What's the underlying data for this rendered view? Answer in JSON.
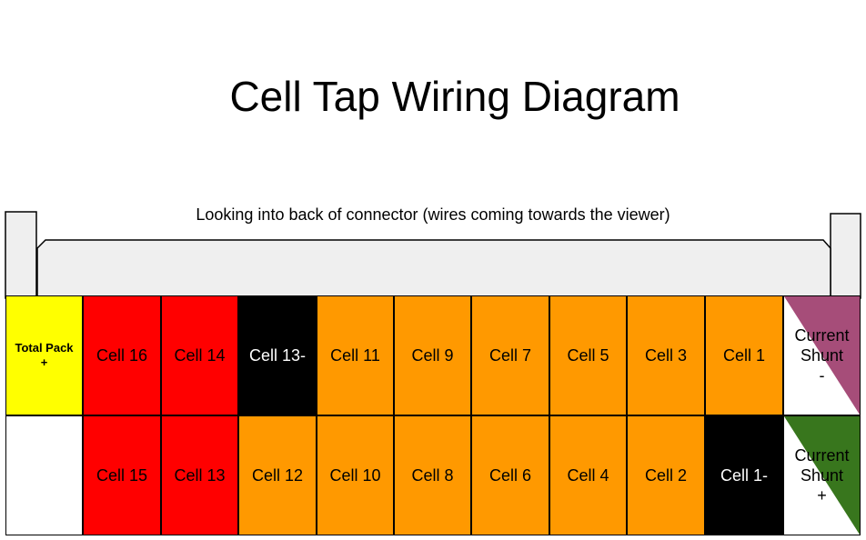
{
  "title": "Cell Tap Wiring Diagram",
  "subtitle": "Looking into back of connector (wires coming towards the viewer)",
  "colors": {
    "red": "#ff0000",
    "orange": "#ff9900",
    "black": "#000000",
    "yellow": "#ffff00",
    "white": "#ffffff",
    "purple": "#a64d79",
    "green": "#38761d",
    "housing_fill": "#efefef"
  },
  "top_row": [
    {
      "label": "Total Pack\n+",
      "fill": "yellow",
      "text": "black",
      "small": true
    },
    {
      "label": "Cell 16",
      "fill": "red",
      "text": "black"
    },
    {
      "label": "Cell 14",
      "fill": "red",
      "text": "black"
    },
    {
      "label": "Cell 13-",
      "fill": "black",
      "text": "white"
    },
    {
      "label": "Cell 11",
      "fill": "orange",
      "text": "black"
    },
    {
      "label": "Cell 9",
      "fill": "orange",
      "text": "black"
    },
    {
      "label": "Cell 7",
      "fill": "orange",
      "text": "black"
    },
    {
      "label": "Cell 5",
      "fill": "orange",
      "text": "black"
    },
    {
      "label": "Cell 3",
      "fill": "orange",
      "text": "black"
    },
    {
      "label": "Cell 1",
      "fill": "orange",
      "text": "black"
    },
    {
      "label": "Current\nShunt\n-",
      "fill": "white",
      "text": "black",
      "diagonal": "purple",
      "diag_dir": "top-right"
    }
  ],
  "bottom_row": [
    {
      "label": "",
      "fill": "white",
      "text": "black"
    },
    {
      "label": "Cell 15",
      "fill": "red",
      "text": "black"
    },
    {
      "label": "Cell 13",
      "fill": "red",
      "text": "black"
    },
    {
      "label": "Cell 12",
      "fill": "orange",
      "text": "black"
    },
    {
      "label": "Cell 10",
      "fill": "orange",
      "text": "black"
    },
    {
      "label": "Cell 8",
      "fill": "orange",
      "text": "black"
    },
    {
      "label": "Cell 6",
      "fill": "orange",
      "text": "black"
    },
    {
      "label": "Cell 4",
      "fill": "orange",
      "text": "black"
    },
    {
      "label": "Cell 2",
      "fill": "orange",
      "text": "black"
    },
    {
      "label": "Cell 1-",
      "fill": "black",
      "text": "white"
    },
    {
      "label": "Current\nShunt\n+",
      "fill": "white",
      "text": "black",
      "diagonal": "green",
      "diag_dir": "bottom-right"
    }
  ]
}
